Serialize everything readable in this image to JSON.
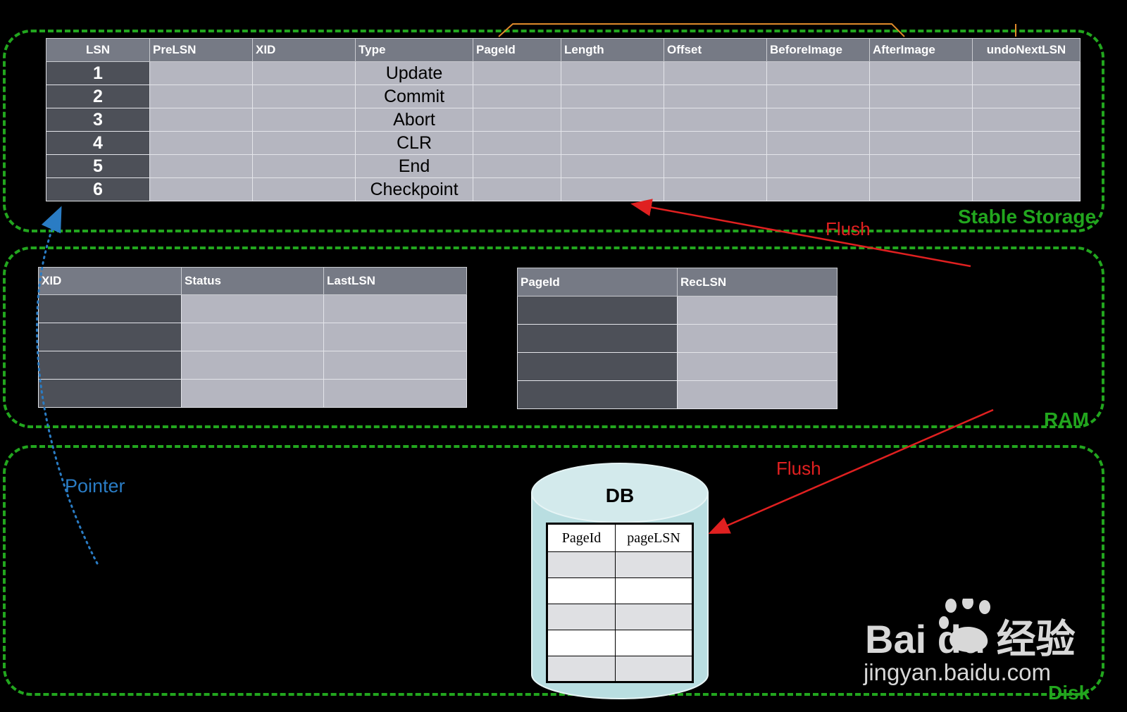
{
  "regions": {
    "stable_storage": "Stable Storage",
    "ram": "RAM",
    "disk": "Disk"
  },
  "log_table": {
    "headers": [
      "LSN",
      "PreLSN",
      "XID",
      "Type",
      "PageId",
      "Length",
      "Offset",
      "BeforeImage",
      "AfterImage",
      "undoNextLSN"
    ],
    "rows": [
      {
        "lsn": "1",
        "type": "Update"
      },
      {
        "lsn": "2",
        "type": "Commit"
      },
      {
        "lsn": "3",
        "type": "Abort"
      },
      {
        "lsn": "4",
        "type": "CLR"
      },
      {
        "lsn": "5",
        "type": "End"
      },
      {
        "lsn": "6",
        "type": "Checkpoint"
      }
    ]
  },
  "transaction_table": {
    "headers": [
      "XID",
      "Status",
      "LastLSN"
    ],
    "row_count": 4
  },
  "dirty_page_table": {
    "headers": [
      "PageId",
      "RecLSN"
    ],
    "row_count": 4
  },
  "db": {
    "title": "DB",
    "headers": [
      "PageId",
      "pageLSN"
    ],
    "row_count": 5
  },
  "arrows": {
    "flush_top": "Flush",
    "flush_bottom": "Flush",
    "pointer": "Pointer"
  },
  "colors": {
    "region_border": "#22a61e",
    "flush_arrow": "#e02020",
    "pointer_arrow": "#2a7cc4",
    "bracket": "#e08a2a"
  },
  "watermark": {
    "logo": "Bai du 经验",
    "url": "jingyan.baidu.com"
  }
}
